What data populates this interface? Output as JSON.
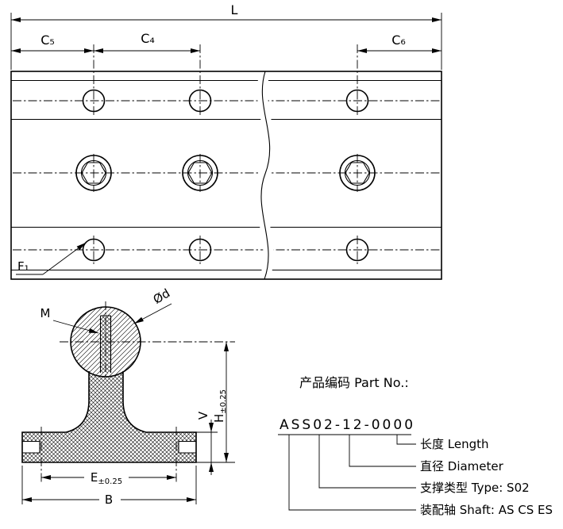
{
  "top_view": {
    "dim_l": "L",
    "dim_c5": "C₅",
    "dim_c4": "C₄",
    "dim_c6": "C₆",
    "label_f1": "F₁"
  },
  "section_view": {
    "label_m": "M",
    "label_d": "Ød",
    "label_h": "H",
    "label_h_tol": "±0.25",
    "label_v": "V",
    "label_e": "E",
    "label_e_tol": "±0.25",
    "label_b": "B"
  },
  "part_no": {
    "title": "产品编码 Part No.:",
    "code": "ASS02-12-0000",
    "callouts": [
      {
        "label": "长度 Length"
      },
      {
        "label": "直径 Diameter"
      },
      {
        "label": "支撑类型 Type: S02"
      },
      {
        "label": "装配轴 Shaft: AS CS ES"
      }
    ]
  },
  "colors": {
    "line": "#000000",
    "background": "#ffffff"
  }
}
